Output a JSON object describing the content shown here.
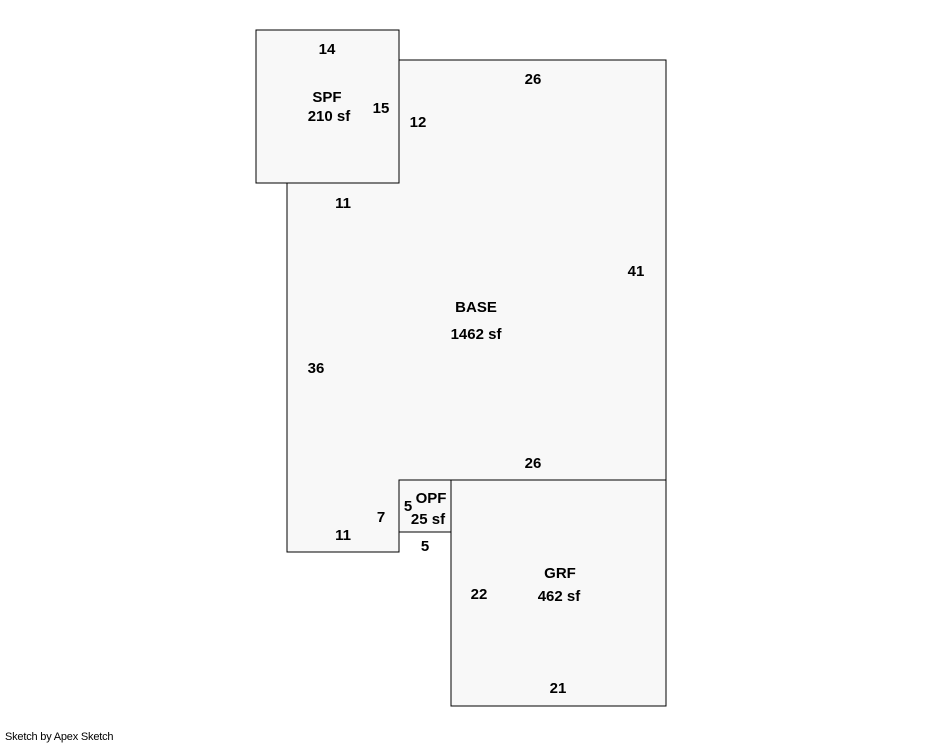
{
  "areas": {
    "spf": {
      "name": "SPF",
      "area": "210 sf"
    },
    "base": {
      "name": "BASE",
      "area": "1462 sf"
    },
    "opf": {
      "name": "OPF",
      "area": "25 sf"
    },
    "grf": {
      "name": "GRF",
      "area": "462 sf"
    }
  },
  "dimensions": {
    "spf_top": "14",
    "spf_right": "15",
    "spf_bottom": "11",
    "base_top": "26",
    "base_upper_left": "12",
    "base_right": "41",
    "base_left": "36",
    "base_inner_bottom": "26",
    "base_bottom": "11",
    "base_notch_side": "7",
    "opf_side": "5",
    "opf_bottom": "5",
    "grf_left": "22",
    "grf_bottom": "21"
  },
  "credit": "Sketch by Apex Sketch"
}
